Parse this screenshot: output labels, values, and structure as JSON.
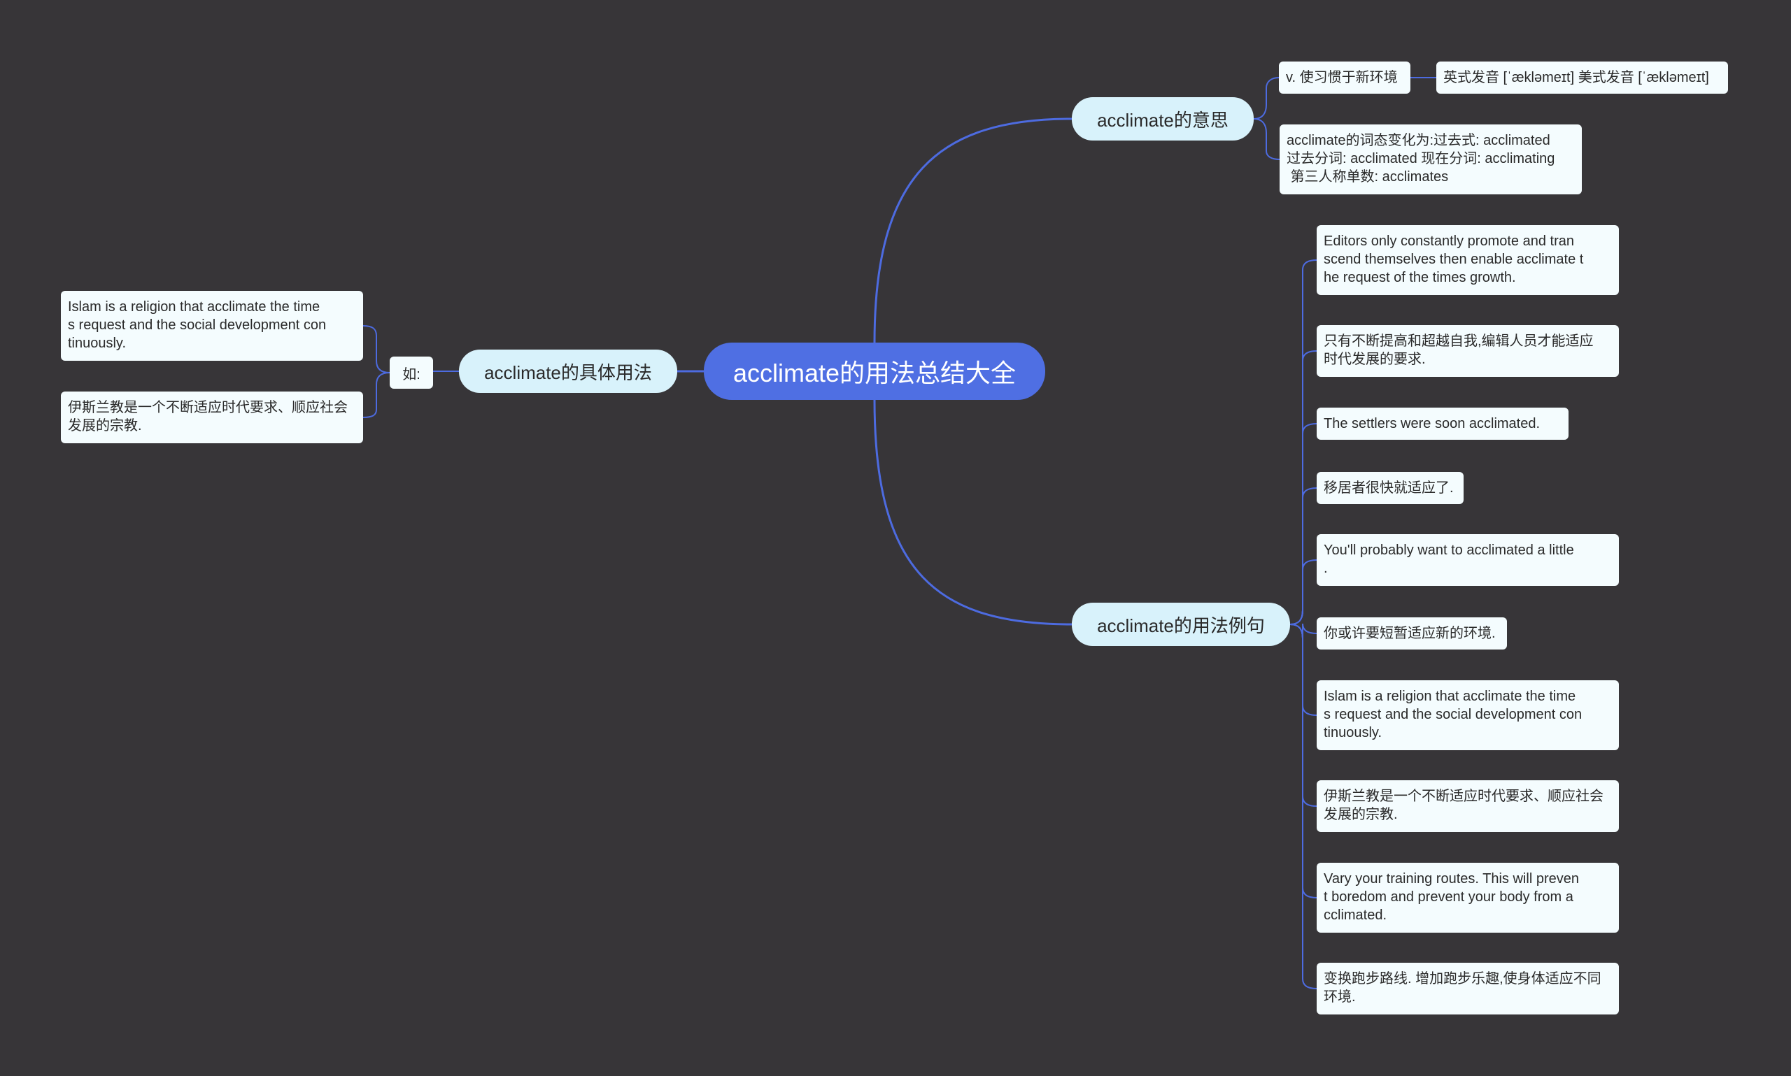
{
  "mindmap": {
    "root": "acclimate的用法总结大全",
    "meaning": {
      "label": "acclimate的意思",
      "definition": "v. 使习惯于新环境",
      "pronunciation": "英式发音 [ˈækləmeɪt] 美式发音 [ˈækləmeɪt]",
      "inflections": "acclimate的词态变化为:过去式: acclimated\n过去分词: acclimated 现在分词: acclimating\n 第三人称单数: acclimates"
    },
    "usage": {
      "label": "acclimate的具体用法",
      "tag": "如:",
      "examples": [
        "Islam is a religion that acclimate the time\ns request and the social development con\ntinuously.",
        "伊斯兰教是一个不断适应时代要求、顺应社会\n发展的宗教."
      ]
    },
    "sentences": {
      "label": "acclimate的用法例句",
      "items": [
        "Editors only constantly promote and tran\nscend themselves then enable acclimate t\nhe request of the times growth.",
        "只有不断提高和超越自我,编辑人员才能适应\n时代发展的要求.",
        "The settlers were soon acclimated.",
        "移居者很快就适应了.",
        "You'll probably want to acclimated a little\n.",
        "你或许要短暂适应新的环境.",
        "Islam is a religion that acclimate the time\ns request and the social development con\ntinuously.",
        "伊斯兰教是一个不断适应时代要求、顺应社会\n发展的宗教.",
        "Vary your training routes. This will preven\nt boredom and prevent your body from a\ncclimated.",
        "变换跑步路线. 增加跑步乐趣,使身体适应不同\n环境."
      ]
    }
  },
  "colors": {
    "background": "#373538",
    "root_fill": "#4f6fe3",
    "branch_fill": "#d8f2fb",
    "leaf_fill": "#f4fcfe",
    "connector": "#4d6be0"
  }
}
